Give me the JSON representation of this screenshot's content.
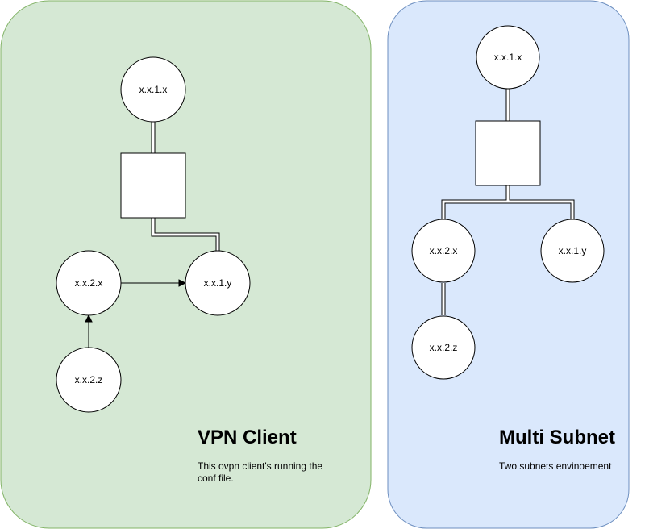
{
  "colors": {
    "left_panel_fill": "#d5e8d4",
    "left_panel_stroke": "#82b366",
    "right_panel_fill": "#dae8fc",
    "right_panel_stroke": "#6c8ebf"
  },
  "vpn_client": {
    "title": "VPN Client",
    "description_line1": "This ovpn client's running the",
    "description_line2": "conf file.",
    "nodes": {
      "top": "x.x.1.x",
      "right": "x.x.1.y",
      "mid_left": "x.x.2.x",
      "bottom_left": "x.x.2.z"
    }
  },
  "multi_subnet": {
    "title": "Multi Subnet",
    "description": "Two subnets envinoement",
    "nodes": {
      "top": "x.x.1.x",
      "left": "x.x.2.x",
      "right": "x.x.1.y",
      "bottom": "x.x.2.z"
    }
  }
}
